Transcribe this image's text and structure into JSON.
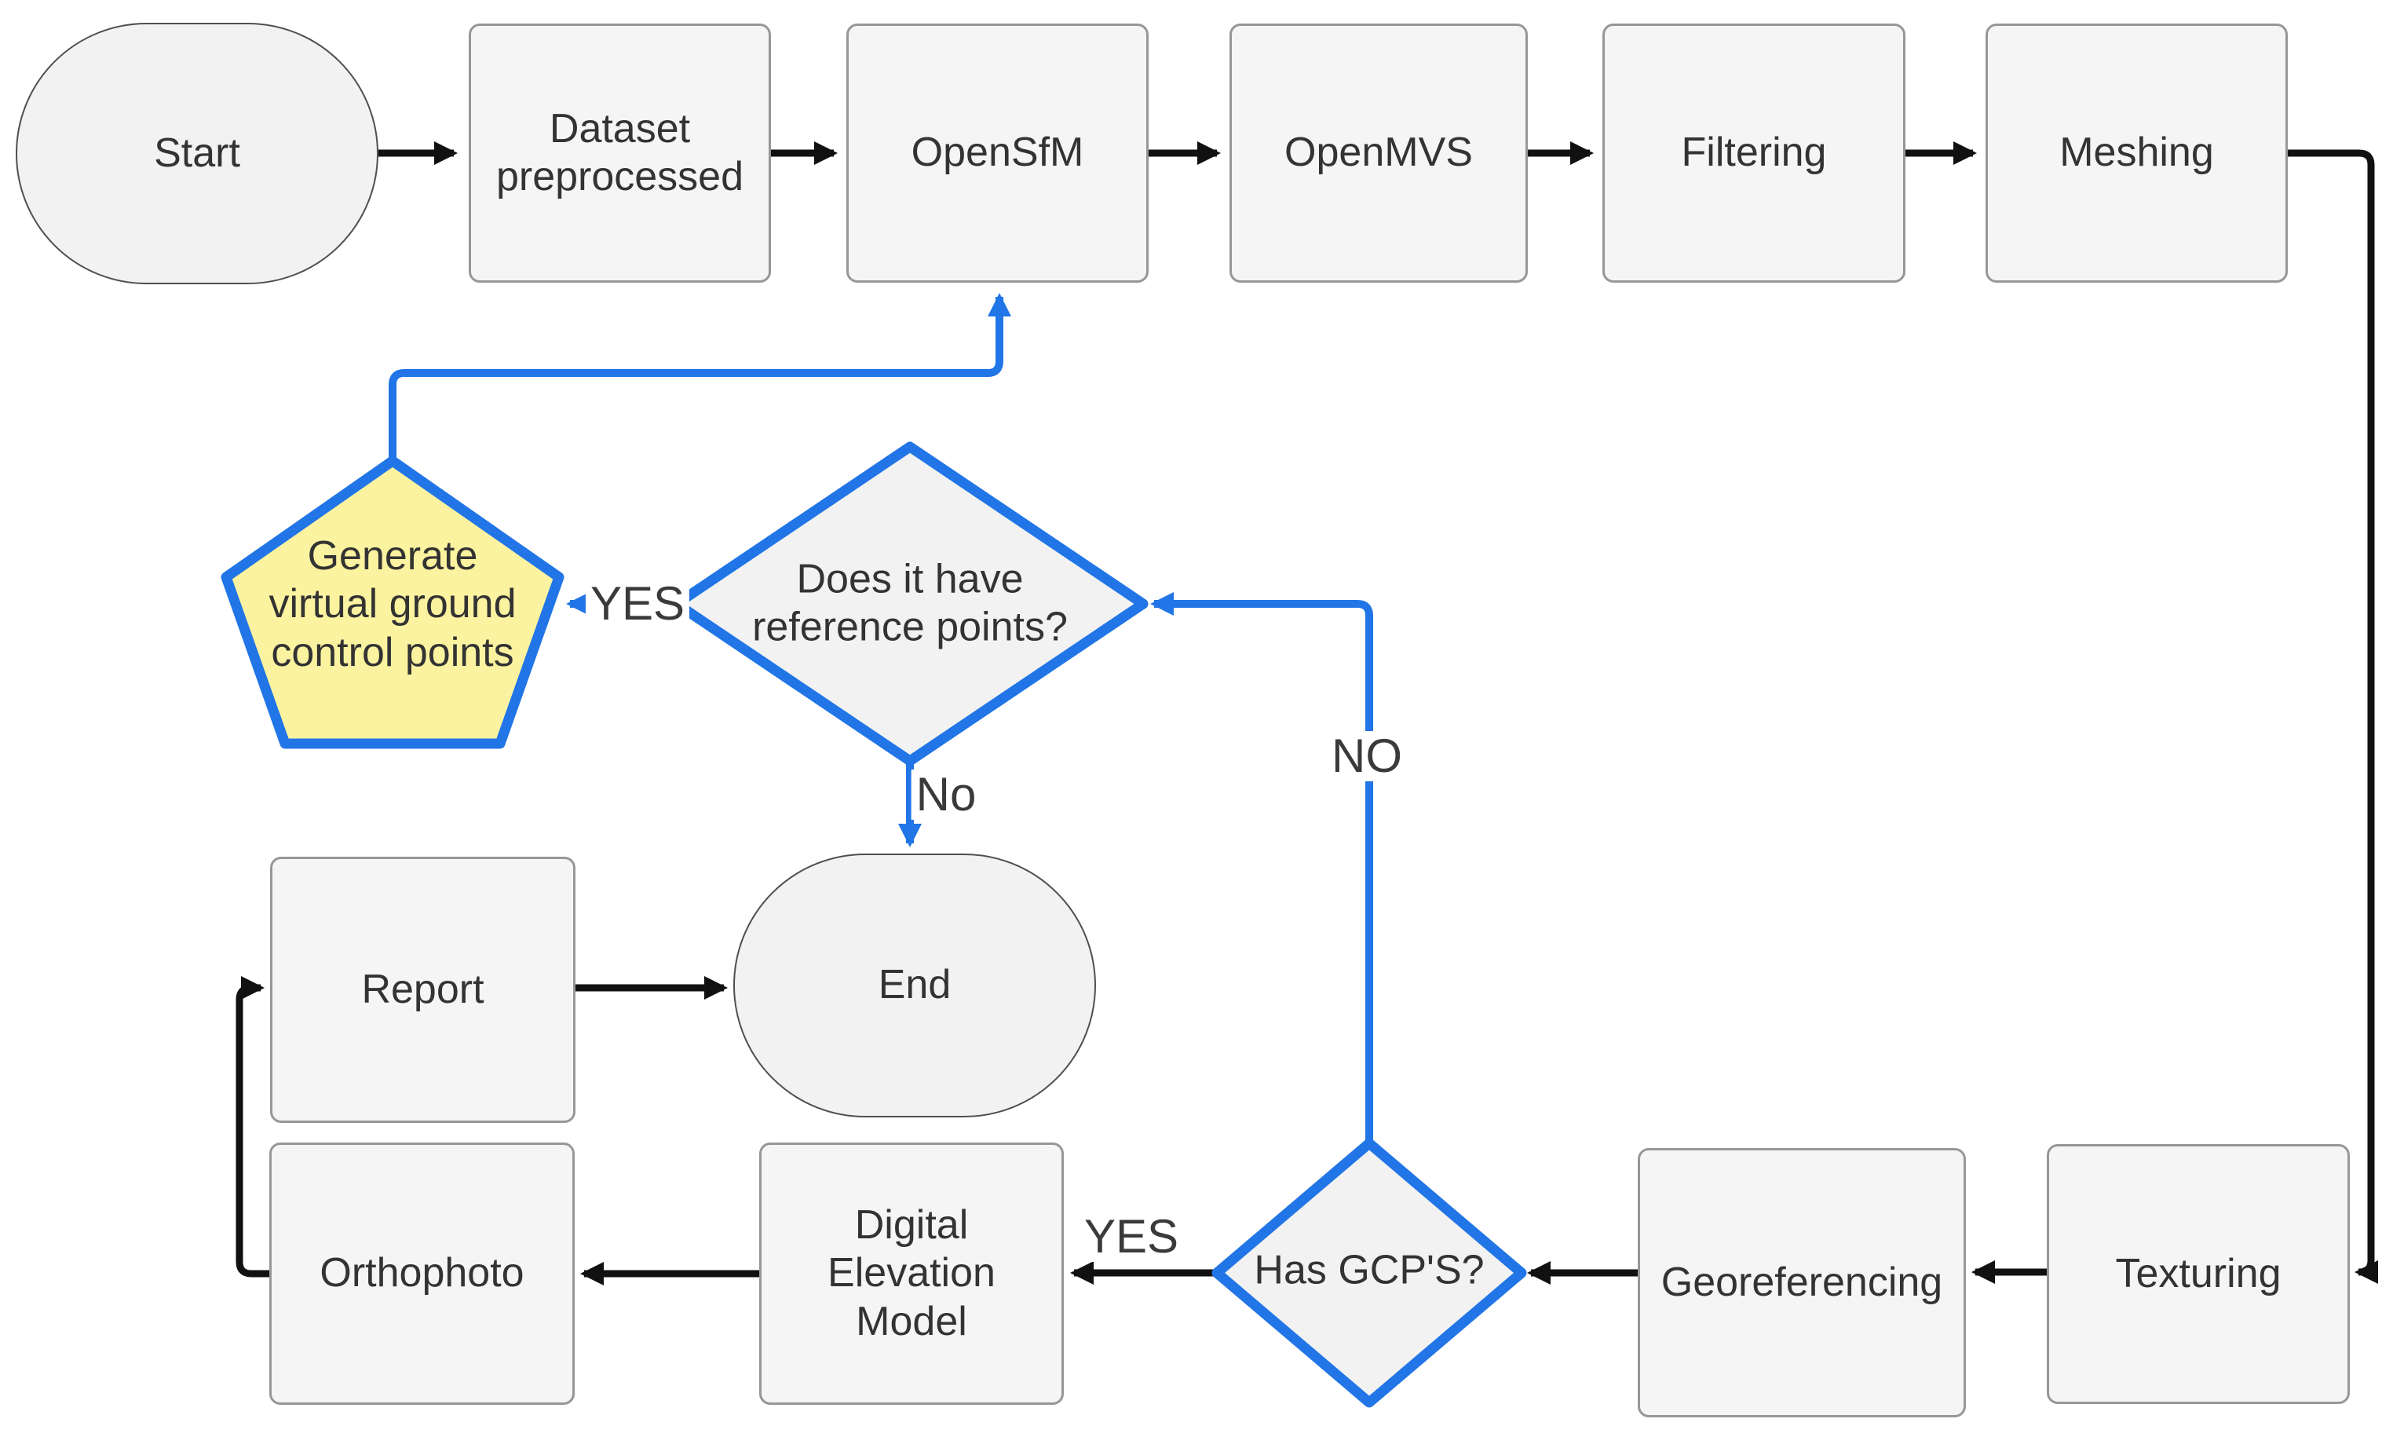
{
  "diagram": {
    "type": "flowchart",
    "background": "#ffffff"
  },
  "colors": {
    "accent_blue": "#2175e6",
    "edge_black": "#111111",
    "process_fill": "#f5f5f5",
    "process_border": "#979797",
    "terminator_fill": "#f2f2f2",
    "terminator_border": "#4f4f4f",
    "decision_fill": "#f2f2f2",
    "decision_border": "#2175e6",
    "pentagon_fill": "#fcf3a0",
    "pentagon_border": "#2175e6",
    "text": "#333333"
  },
  "nodes": {
    "start": {
      "label": "Start",
      "shape": "terminator"
    },
    "dataset": {
      "label": "Dataset preprocessed",
      "shape": "process"
    },
    "opensfm": {
      "label": "OpenSfM",
      "shape": "process"
    },
    "openmvs": {
      "label": "OpenMVS",
      "shape": "process"
    },
    "filtering": {
      "label": "Filtering",
      "shape": "process"
    },
    "meshing": {
      "label": "Meshing",
      "shape": "process"
    },
    "generate_vgcp": {
      "label": "Generate virtual ground control points",
      "shape": "pentagon"
    },
    "ref_points": {
      "label": "Does it have reference points?",
      "shape": "decision"
    },
    "end": {
      "label": "End",
      "shape": "terminator"
    },
    "report": {
      "label": "Report",
      "shape": "process"
    },
    "orthophoto": {
      "label": "Orthophoto",
      "shape": "process"
    },
    "dem": {
      "label": "Digital Elevation Model",
      "shape": "process"
    },
    "has_gcps": {
      "label": "Has GCP'S?",
      "shape": "decision"
    },
    "georeferencing": {
      "label": "Georeferencing",
      "shape": "process"
    },
    "texturing": {
      "label": "Texturing",
      "shape": "process"
    }
  },
  "edge_labels": {
    "yes_reference": "YES",
    "no_reference": "No",
    "no_gcps": "NO",
    "yes_gcps": "YES"
  }
}
